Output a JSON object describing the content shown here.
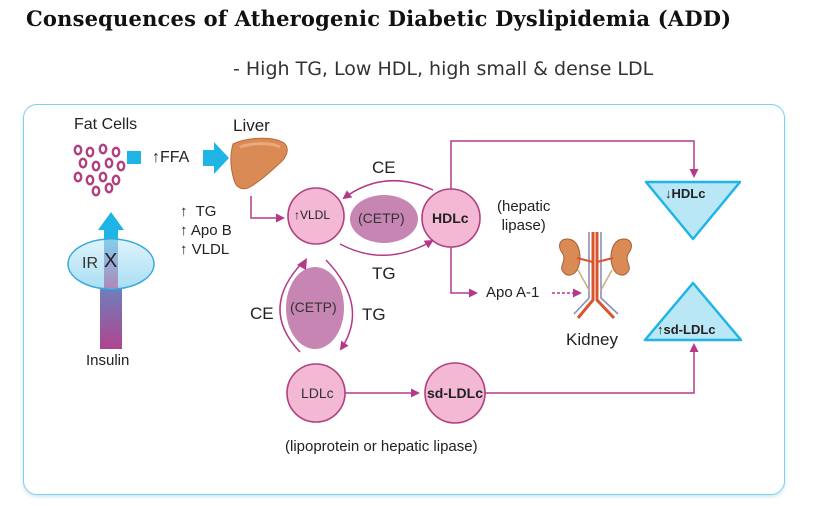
{
  "title": "Consequences of Atherogenic Diabetic Dyslipidemia (ADD)",
  "subtitle": "- High TG, Low HDL, high small & dense LDL",
  "labels": {
    "fat_cells": "Fat Cells",
    "ffa": "FFA",
    "liver": "Liver",
    "tg_up": "TG",
    "apob_up": "Apo B",
    "vldl_up": "VLDL",
    "ir": "IR",
    "ir_x": "X",
    "insulin": "Insulin",
    "ce_top": "CE",
    "tg_mid": "TG",
    "cetp_top": "(CETP)",
    "vldl_node": "VLDL",
    "hdlc_node": "HDLc",
    "hepatic_lipase": "(hepatic\nlipase)",
    "apo_a1": "Apo A-1",
    "kidney": "Kidney",
    "ce_left": "CE",
    "tg_right": "TG",
    "cetp_left": "(CETP)",
    "ldlc_node": "LDLc",
    "sd_ldlc_node": "sd-LDLc",
    "lipase_note": "(lipoprotein or hepatic lipase)",
    "hdlc_tri": "HDLc",
    "sd_ldlc_tri": "sd-LDLc",
    "up_arrow": "↑",
    "down_arrow": "↓"
  },
  "colors": {
    "pink_node": "#f2b8d4",
    "pink_stroke": "#b0407f",
    "cetp_fill": "#c785b3",
    "arrow": "#b43a88",
    "cyan": "#1fb4e6",
    "cyan_light": "#b9e7f6",
    "liver": "#d98a55",
    "insulin_top": "#3aaee0",
    "insulin_bottom": "#b0448f"
  }
}
